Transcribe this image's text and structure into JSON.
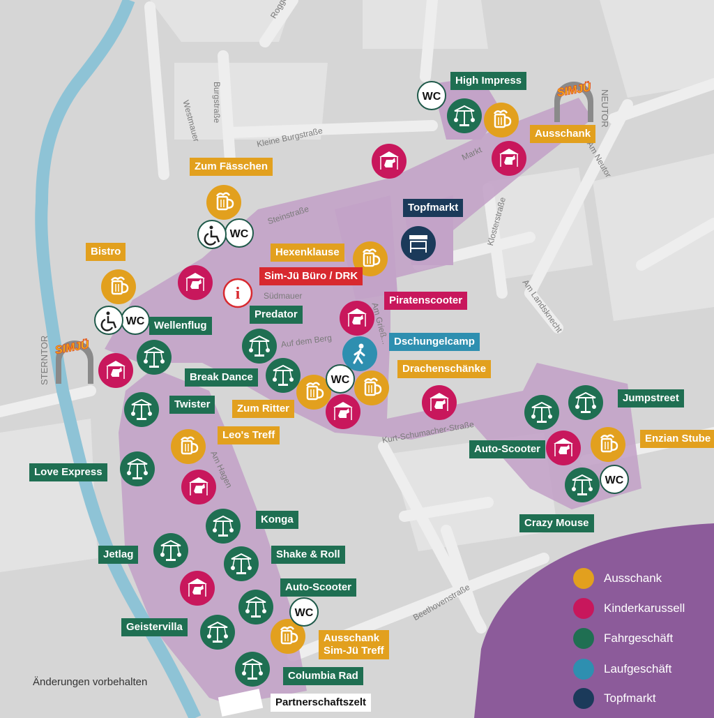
{
  "colors": {
    "ausschank": "#e2a01e",
    "kinderkarussell": "#c8175c",
    "fahrgeschaeft": "#1f6f52",
    "laufgeschaeft": "#2e8fb0",
    "topfmarkt": "#1b3a5a",
    "sim_ju_office": "#d8292f",
    "area": "#c3a3c8",
    "legend_bg": "#8c5b9a",
    "river": "#8ec3d6"
  },
  "streets": [
    "Roggenmarkt",
    "Burgstraße",
    "Westmauer",
    "Kleine Burgstraße",
    "Steinstraße",
    "Markt",
    "Am Neutor",
    "Klosterstraße",
    "Südmauer",
    "Auf dem Berg",
    "Am Grieß...",
    "Am Landsknecht",
    "Kurt-Schumacher-Straße",
    "Am Hagen",
    "Beethovenstraße"
  ],
  "gates": [
    "NEUTOR",
    "STERNTOR"
  ],
  "logo_text": "SIMJÜ",
  "labels": [
    {
      "text": "High Impress",
      "category": "fahrgeschaeft"
    },
    {
      "text": "Ausschank",
      "category": "ausschank"
    },
    {
      "text": "Zum Fässchen",
      "category": "ausschank"
    },
    {
      "text": "Topfmarkt",
      "category": "topfmarkt"
    },
    {
      "text": "Bistro",
      "category": "ausschank"
    },
    {
      "text": "Hexenklause",
      "category": "ausschank"
    },
    {
      "text": "Sim-Jü Büro / DRK",
      "category": "sim_ju_office"
    },
    {
      "text": "Piratenscooter",
      "category": "kinderkarussell"
    },
    {
      "text": "Predator",
      "category": "fahrgeschaeft"
    },
    {
      "text": "Wellenflug",
      "category": "fahrgeschaeft"
    },
    {
      "text": "Dschungelcamp",
      "category": "laufgeschaeft"
    },
    {
      "text": "Drachenschänke",
      "category": "ausschank"
    },
    {
      "text": "Break Dance",
      "category": "fahrgeschaeft"
    },
    {
      "text": "Twister",
      "category": "fahrgeschaeft"
    },
    {
      "text": "Zum Ritter",
      "category": "ausschank"
    },
    {
      "text": "Jumpstreet",
      "category": "fahrgeschaeft"
    },
    {
      "text": "Leo's Treff",
      "category": "ausschank"
    },
    {
      "text": "Enzian Stube",
      "category": "ausschank"
    },
    {
      "text": "Auto-Scooter",
      "category": "fahrgeschaeft"
    },
    {
      "text": "Love Express",
      "category": "fahrgeschaeft"
    },
    {
      "text": "Crazy Mouse",
      "category": "fahrgeschaeft"
    },
    {
      "text": "Konga",
      "category": "fahrgeschaeft"
    },
    {
      "text": "Jetlag",
      "category": "fahrgeschaeft"
    },
    {
      "text": "Shake & Roll",
      "category": "fahrgeschaeft"
    },
    {
      "text": "Auto-Scooter",
      "category": "fahrgeschaeft"
    },
    {
      "text": "Geistervilla",
      "category": "fahrgeschaeft"
    },
    {
      "text": "Ausschank\nSim-Jü Treff",
      "category": "ausschank"
    },
    {
      "text": "Columbia Rad",
      "category": "fahrgeschaeft"
    },
    {
      "text": "Partnerschaftszelt",
      "category": "none"
    }
  ],
  "markers": [
    {
      "type": "wc"
    },
    {
      "type": "wc"
    },
    {
      "type": "wc"
    },
    {
      "type": "wc"
    },
    {
      "type": "wc"
    },
    {
      "type": "wc"
    },
    {
      "type": "accessible"
    },
    {
      "type": "accessible"
    },
    {
      "type": "info"
    },
    {
      "type": "ausschank",
      "icon": "beer-mug-icon",
      "count": 9
    },
    {
      "type": "kinderkarussell",
      "icon": "carousel-horse-icon",
      "count": 10
    },
    {
      "type": "fahrgeschaeft",
      "icon": "ride-icon",
      "count": 16
    },
    {
      "type": "laufgeschaeft",
      "icon": "walking-person-icon",
      "count": 1
    },
    {
      "type": "topfmarkt",
      "icon": "market-stall-icon",
      "count": 1
    }
  ],
  "wc_text": "WC",
  "info_text": "i",
  "legend": [
    {
      "label": "Ausschank",
      "category": "ausschank"
    },
    {
      "label": "Kinderkarussell",
      "category": "kinderkarussell"
    },
    {
      "label": "Fahrgeschäft",
      "category": "fahrgeschaeft"
    },
    {
      "label": "Laufgeschäft",
      "category": "laufgeschaeft"
    },
    {
      "label": "Topfmarkt",
      "category": "topfmarkt"
    }
  ],
  "note": "Änderungen vorbehalten"
}
